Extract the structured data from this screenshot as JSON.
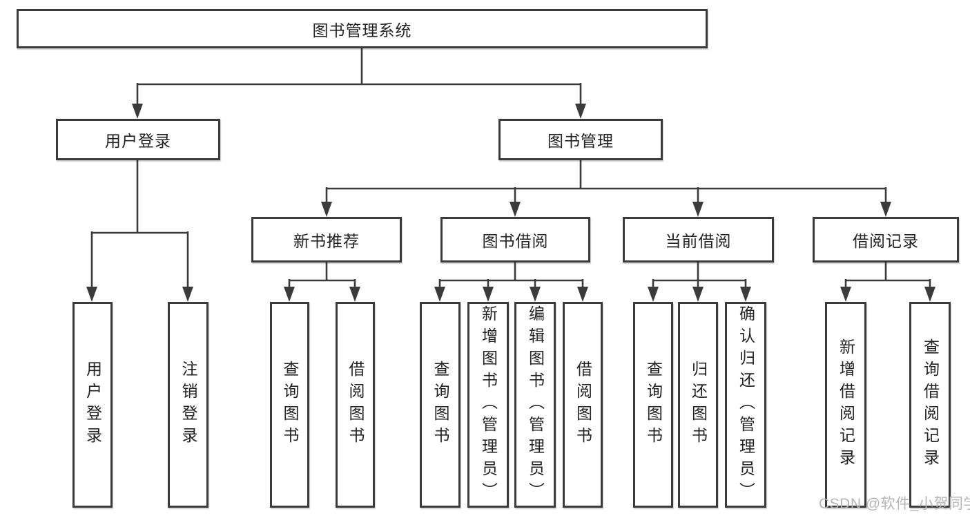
{
  "tree": {
    "root": "图书管理系统",
    "branches": [
      {
        "label": "用户登录",
        "children": [
          "用户登录",
          "注销登录"
        ]
      },
      {
        "label": "图书管理",
        "children": [
          {
            "label": "新书推荐",
            "children": [
              "查询图书",
              "借阅图书"
            ]
          },
          {
            "label": "图书借阅",
            "children": [
              "查询图书",
              "新增图书（管理员）",
              "编辑图书（管理员）",
              "借阅图书"
            ]
          },
          {
            "label": "当前借阅",
            "children": [
              "查询图书",
              "归还图书",
              "确认归还（管理员）"
            ]
          },
          {
            "label": "借阅记录",
            "children": [
              "新增借阅记录",
              "查询借阅记录"
            ]
          }
        ]
      }
    ]
  },
  "watermark": "CSDN @软件_小贺同学",
  "colors": {
    "line": "#3b3b3b",
    "box_border": "#3b3b3b",
    "text": "#232323",
    "watermark": "#b5b5b5",
    "background": "#ffffff"
  }
}
